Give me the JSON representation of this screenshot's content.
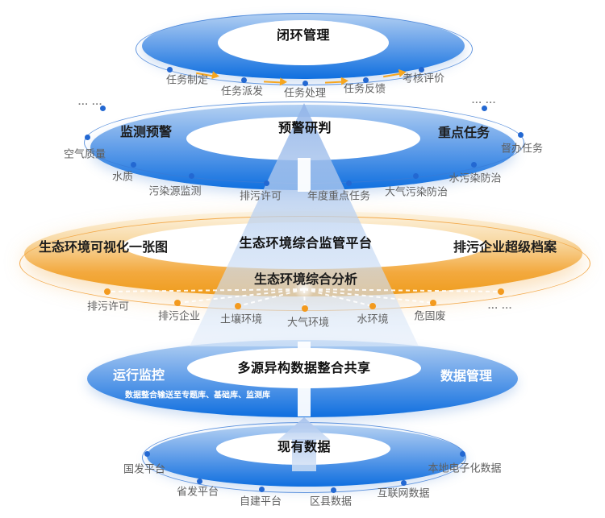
{
  "diagram": {
    "layers": [
      {
        "name": "closed-loop-management",
        "center_label": "闭环管理",
        "ring_labels": [
          "任务制定",
          "任务派发",
          "任务处理",
          "任务反馈",
          "考核评价"
        ]
      },
      {
        "name": "early-warning-analysis",
        "center_label": "预警研判",
        "left_label": "监测预警",
        "right_label": "重点任务",
        "ellipsis_left": "... ...",
        "ellipsis_right": "... ...",
        "ring_labels": [
          "空气质量",
          "水质",
          "污染源监测",
          "排污许可",
          "年度重点任务",
          "大气污染防治",
          "水污染防治",
          "督办任务"
        ]
      },
      {
        "name": "supervision-platform",
        "center_label": "生态环境综合监管平台",
        "left_label": "生态环境可视化一张图",
        "right_label": "排污企业超级档案",
        "sub_label": "生态环境综合分析",
        "ring_labels": [
          "排污许可",
          "排污企业",
          "土壤环境",
          "大气环境",
          "水环境",
          "危固废",
          "... ..."
        ]
      },
      {
        "name": "data-integration",
        "center_label": "多源异构数据整合共享",
        "left_label": "运行监控",
        "right_label": "数据管理",
        "note": "数据整合输送至专题库、基础库、监测库"
      },
      {
        "name": "existing-data",
        "center_label": "现有数据",
        "ring_labels": [
          "国发平台",
          "省发平台",
          "自建平台",
          "区县数据",
          "互联网数据",
          "本地电子化数据"
        ]
      }
    ],
    "colors": {
      "band_blue_light": "#B3D0F2",
      "band_blue_deep": "#0F6FDF",
      "band_orange_light": "#FDF4E2",
      "band_orange_deep": "#EF9C1C",
      "dot_blue": "#2368D2",
      "dot_orange": "#F39A1E",
      "flow_arrow_orange": "#F6A61F",
      "label_gray": "#5F5F5F",
      "beam_blue": "#C4D8F3"
    }
  }
}
